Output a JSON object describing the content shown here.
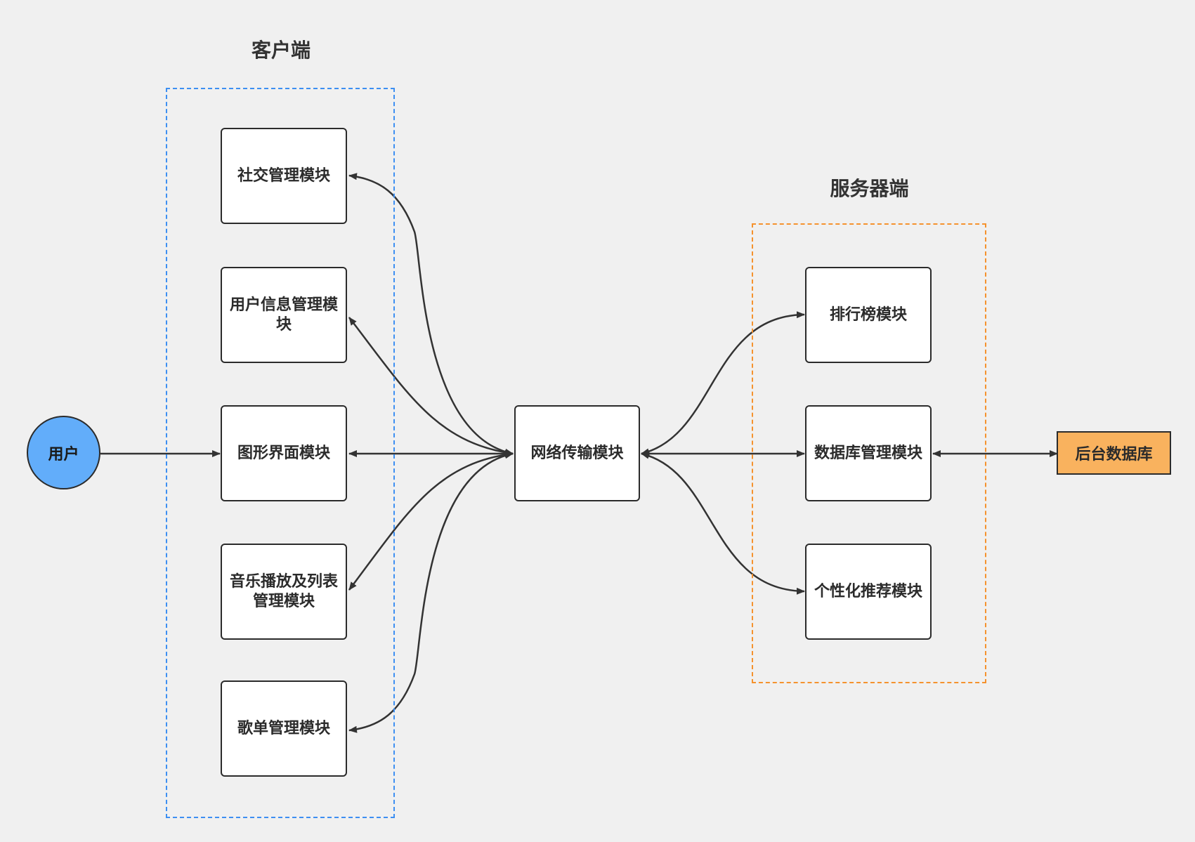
{
  "colors": {
    "background": "#f0f0f0",
    "client_border": "#3d8ff2",
    "server_border": "#f5922e",
    "user_fill": "#62adfa",
    "db_fill": "#f9b25e",
    "line": "#333333"
  },
  "client": {
    "title": "客户端",
    "modules": {
      "social": "社交管理模块",
      "userinfo": "用户信息管理模块",
      "gui": "图形界面模块",
      "music": "音乐播放及列表管理模块",
      "playlist": "歌单管理模块"
    }
  },
  "server": {
    "title": "服务器端",
    "modules": {
      "ranking": "排行榜模块",
      "dbmgmt": "数据库管理模块",
      "recommend": "个性化推荐模块"
    }
  },
  "network": "网络传输模块",
  "user": "用户",
  "database": "后台数据库"
}
